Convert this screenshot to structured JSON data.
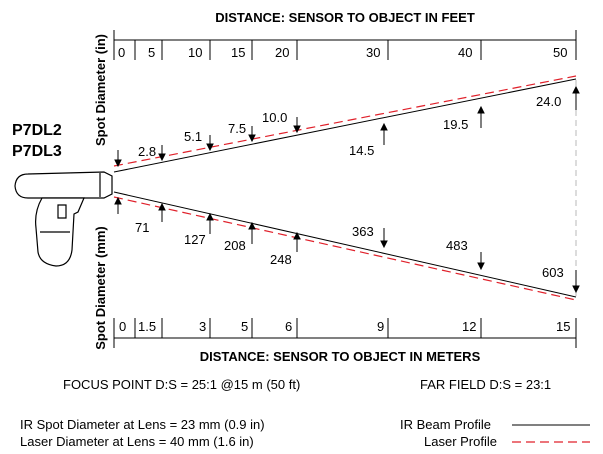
{
  "title_top": "DISTANCE: SENSOR TO OBJECT IN FEET",
  "title_bottom": "DISTANCE: SENSOR TO OBJECT IN METERS",
  "ylabel_top": "Spot Diameter (in)",
  "ylabel_bottom": "Spot Diameter (mm)",
  "models": [
    "P7DL2",
    "P7DL3"
  ],
  "feet_ticks": [
    "0",
    "5",
    "10",
    "15",
    "20",
    "30",
    "40",
    "50"
  ],
  "meter_ticks": [
    "0",
    "1.5",
    "3",
    "5",
    "6",
    "9",
    "12",
    "15"
  ],
  "spot_in": [
    "2.8",
    "5.1",
    "7.5",
    "10.0",
    "14.5",
    "19.5",
    "24.0"
  ],
  "spot_mm": [
    "71",
    "127",
    "208",
    "248",
    "363",
    "483",
    "603"
  ],
  "focus_text": "FOCUS POINT D:S = 25:1 @15 m (50 ft)",
  "far_text": "FAR FIELD D:S = 23:1",
  "ir_lens_text": "IR Spot Diameter at Lens = 23 mm (0.9 in)",
  "laser_lens_text": "Laser Diameter at Lens = 40 mm (1.6 in)",
  "legend": {
    "ir": "IR Beam Profile",
    "laser": "Laser Profile"
  },
  "colors": {
    "ink": "#000000",
    "laser": "#e0202a",
    "far_dash": "#b8b8b8"
  }
}
